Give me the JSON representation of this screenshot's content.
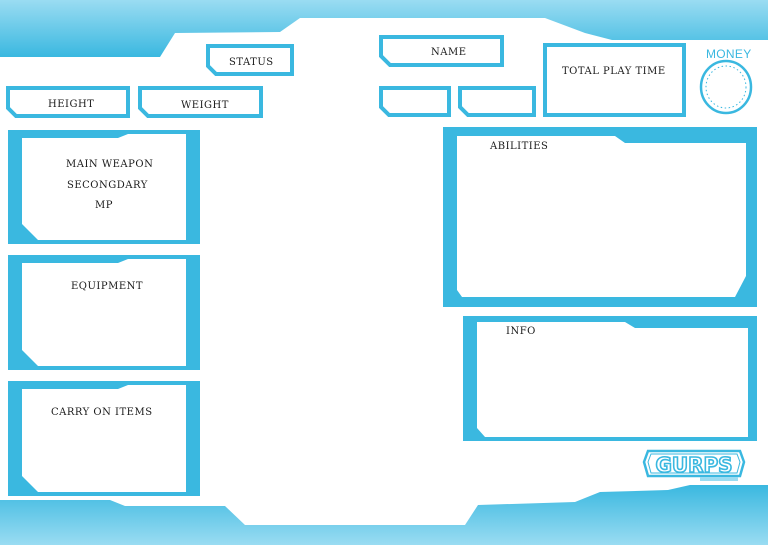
{
  "sheet": {
    "status_label": "STATUS",
    "name_label": "NAME",
    "total_play_time_label": "TOTAL  PLAY  TIME",
    "money_label": "MONEY",
    "height_label": "HEIGHT",
    "weight_label": "WEIGHT",
    "main_weapon_label": "MAIN WEAPON",
    "secondary_label": "SECONGDARY",
    "mp_label": "MP",
    "equipment_label": "EQUIPMENT",
    "carry_on_items_label": "CARRY  ON  ITEMS",
    "abilities_label": "ABILITIES",
    "info_label": "INFO"
  },
  "logo": {
    "text": "GURPS"
  },
  "colors": {
    "accent": "#3ab8e0",
    "accent_light": "#9adcf2",
    "frame_bg": "#ffffff"
  }
}
